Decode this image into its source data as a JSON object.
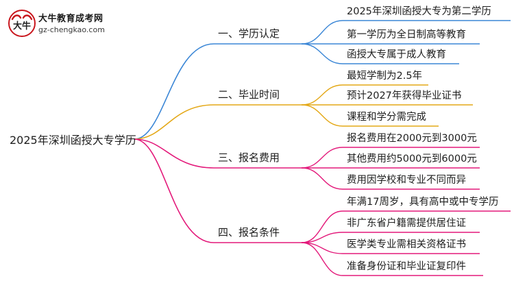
{
  "logo": {
    "title": "大牛教育成考网",
    "url": "gz-chengkao.com"
  },
  "mindmap": {
    "root": "2025年深圳函授大专学历",
    "branches": [
      {
        "label": "一、学历认定",
        "color": "#3a86d6",
        "leaves": [
          "2025年深圳函授大专为第二学历",
          "第一学历为全日制高等教育",
          "函授大专属于成人教育"
        ]
      },
      {
        "label": "二、毕业时间",
        "color": "#e4a817",
        "leaves": [
          "最短学制为2.5年",
          "预计2027年获得毕业证书",
          "课程和学分需完成"
        ]
      },
      {
        "label": "三、报名费用",
        "color": "#e3197a",
        "leaves": [
          "报名费用在2000元到3000元",
          "其他费用约5000元到6000元",
          "费用因学校和专业不同而异"
        ]
      },
      {
        "label": "四、报名条件",
        "color": "#e3197a",
        "leaves": [
          "年满17周岁，具有高中或中专学历",
          "非广东省户籍需提供居住证",
          "医学类专业需相关资格证书",
          "准备身份证和毕业证复印件"
        ]
      }
    ]
  }
}
